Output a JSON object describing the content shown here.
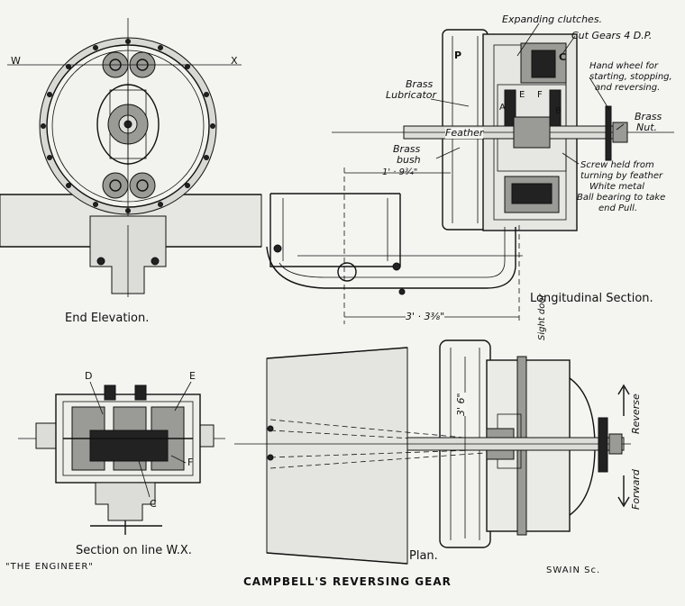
{
  "figure": {
    "title": "CAMPBELL'S REVERSING GEAR",
    "publisher": "\"THE ENGINEER\"",
    "engraver": "SWAIN Sc."
  },
  "views": {
    "end_elevation": {
      "caption": "End Elevation.",
      "label_w": "W",
      "label_x": "X"
    },
    "section": {
      "caption": "Section on line W.X.",
      "label_d": "D",
      "label_e": "E",
      "label_f": "F",
      "label_c": "C"
    },
    "plan": {
      "caption": "Plan.",
      "dim_width": "3' 6\"",
      "sight_door": "Sight door",
      "reverse": "Reverse",
      "forward": "Forward"
    },
    "longitudinal": {
      "caption": "Longitudinal Section.",
      "dim_length": "3' · 3⅜\"",
      "dim_small": "1' · 9¾\"",
      "label_p": "P",
      "label_c": "C",
      "label_a": "A",
      "label_b": "B",
      "label_e": "E",
      "label_f": "F",
      "expanding_clutches": "Expanding clutches.",
      "cut_gears": "Cut Gears 4 D.P.",
      "hand_wheel_1": "Hand wheel for",
      "hand_wheel_2": "starting, stopping,",
      "hand_wheel_3": "and reversing.",
      "brass_lubricator_1": "Brass",
      "brass_lubricator_2": "Lubricator",
      "brass_nut_1": "Brass",
      "brass_nut_2": "Nut.",
      "feather": "Feather",
      "brass_bush_1": "Brass",
      "brass_bush_2": "bush",
      "screw_1": "Screw held from",
      "screw_2": "turning by feather",
      "white_metal": "White metal",
      "ball_bearing_1": "Ball bearing to take",
      "ball_bearing_2": "end Pull."
    }
  }
}
